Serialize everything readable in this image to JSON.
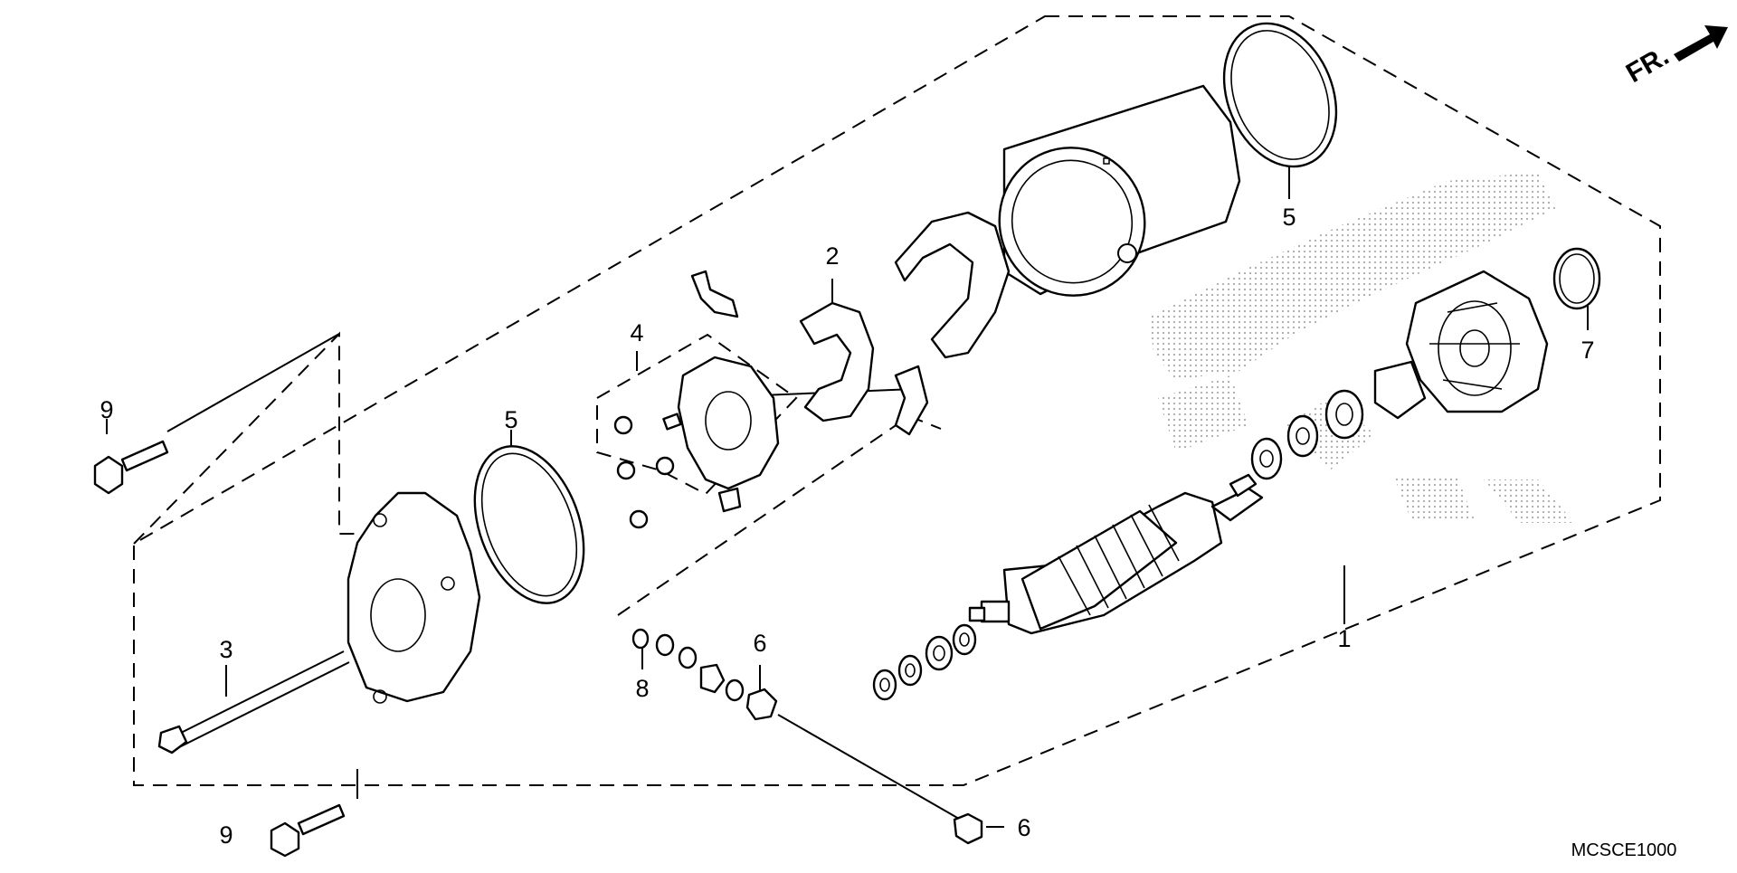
{
  "diagram": {
    "direction_indicator": {
      "label": "FR.",
      "icon": "arrow-right-up-icon"
    },
    "diagram_code": "MCSCE1000",
    "watermark": {
      "brand": "HONDA",
      "style": "dotted-gray"
    },
    "callouts": [
      {
        "id": "c1",
        "label": "1"
      },
      {
        "id": "c2",
        "label": "2"
      },
      {
        "id": "c3",
        "label": "3"
      },
      {
        "id": "c4",
        "label": "4"
      },
      {
        "id": "c5a",
        "label": "5"
      },
      {
        "id": "c5b",
        "label": "5"
      },
      {
        "id": "c6a",
        "label": "6"
      },
      {
        "id": "c6b",
        "label": "6"
      },
      {
        "id": "c7",
        "label": "7"
      },
      {
        "id": "c8",
        "label": "8"
      },
      {
        "id": "c9a",
        "label": "9"
      },
      {
        "id": "c9b",
        "label": "9"
      }
    ]
  }
}
